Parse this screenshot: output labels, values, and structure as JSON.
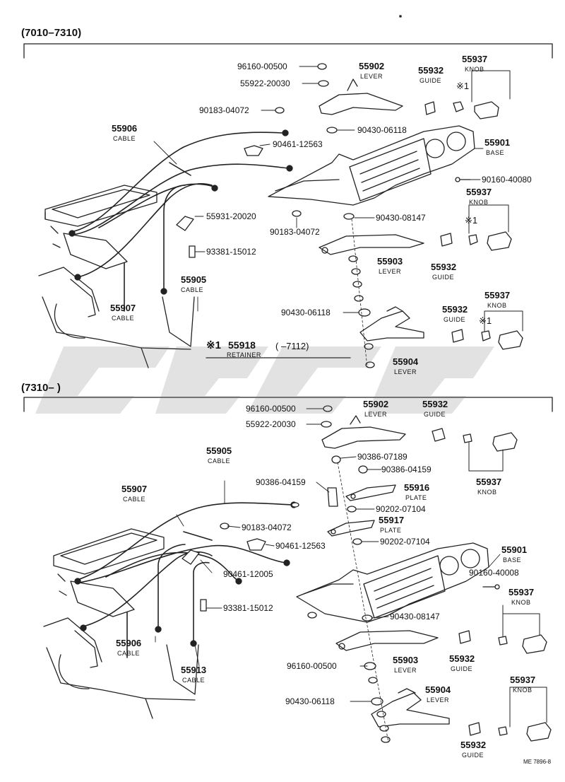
{
  "sections": {
    "top": "(7010–7310)",
    "bottom": "(7310–      )"
  },
  "footnote": {
    "mark": "※1",
    "part": "55918",
    "name": "RETAINER",
    "range": "(          –7112)"
  },
  "diagram_code": "ME 7896-8",
  "parts_top": [
    {
      "no": "96160-00500"
    },
    {
      "no": "55922-20030"
    },
    {
      "no": "90183-04072"
    },
    {
      "no": "55902",
      "name": "LEVER"
    },
    {
      "no": "55932",
      "name": "GUIDE"
    },
    {
      "no": "55937",
      "name": "KNOB"
    },
    {
      "no": "※1"
    },
    {
      "no": "55906",
      "name": "CABLE"
    },
    {
      "no": "90430-06118"
    },
    {
      "no": "90461-12563"
    },
    {
      "no": "55901",
      "name": "BASE"
    },
    {
      "no": "90160-40080"
    },
    {
      "no": "55937",
      "name": "KNOB"
    },
    {
      "no": "55931-20020"
    },
    {
      "no": "90183-04072"
    },
    {
      "no": "90430-08147"
    },
    {
      "no": "※1"
    },
    {
      "no": "93381-15012"
    },
    {
      "no": "55903",
      "name": "LEVER"
    },
    {
      "no": "55932",
      "name": "GUIDE"
    },
    {
      "no": "55905",
      "name": "CABLE"
    },
    {
      "no": "55907",
      "name": "CABLE"
    },
    {
      "no": "90430-06118"
    },
    {
      "no": "55937",
      "name": "KNOB"
    },
    {
      "no": "55932",
      "name": "GUIDE"
    },
    {
      "no": "※1"
    },
    {
      "no": "55904",
      "name": "LEVER"
    }
  ],
  "parts_bottom": [
    {
      "no": "96160-00500"
    },
    {
      "no": "55922-20030"
    },
    {
      "no": "55902",
      "name": "LEVER"
    },
    {
      "no": "55932",
      "name": "GUIDE"
    },
    {
      "no": "55905",
      "name": "CABLE"
    },
    {
      "no": "90386-07189"
    },
    {
      "no": "90386-04159"
    },
    {
      "no": "55937",
      "name": "KNOB"
    },
    {
      "no": "55907",
      "name": "CABLE"
    },
    {
      "no": "90386-04159"
    },
    {
      "no": "55916",
      "name": "PLATE"
    },
    {
      "no": "90202-07104"
    },
    {
      "no": "55917",
      "name": "PLATE"
    },
    {
      "no": "90183-04072"
    },
    {
      "no": "90461-12563"
    },
    {
      "no": "90202-07104"
    },
    {
      "no": "55901",
      "name": "BASE"
    },
    {
      "no": "90461-12005"
    },
    {
      "no": "90160-40008"
    },
    {
      "no": "55937",
      "name": "KNOB"
    },
    {
      "no": "93381-15012"
    },
    {
      "no": "90430-08147"
    },
    {
      "no": "55906",
      "name": "CABLE"
    },
    {
      "no": "55903",
      "name": "LEVER"
    },
    {
      "no": "55932",
      "name": "GUIDE"
    },
    {
      "no": "96160-00500"
    },
    {
      "no": "55913",
      "name": "CABLE"
    },
    {
      "no": "55937",
      "name": "KNOB"
    },
    {
      "no": "90430-06118"
    },
    {
      "no": "55904",
      "name": "LEVER"
    },
    {
      "no": "55932",
      "name": "GUIDE"
    }
  ]
}
